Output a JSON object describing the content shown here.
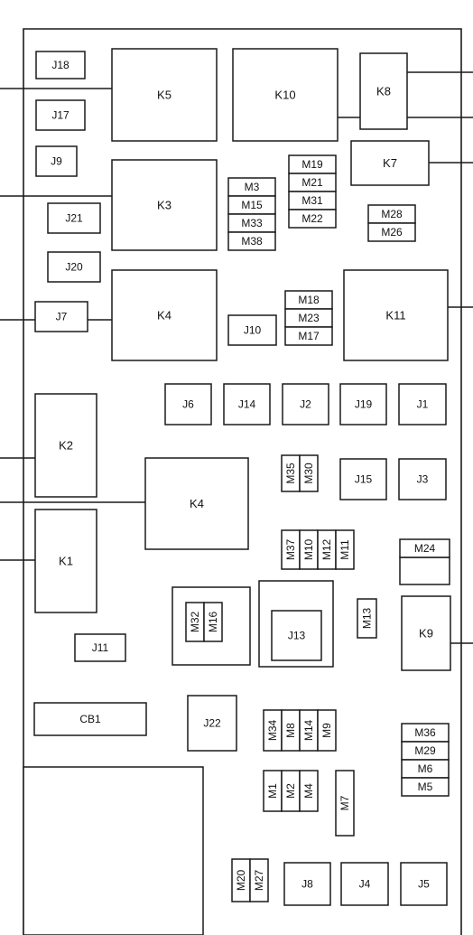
{
  "colors": {
    "line": "#1a1a1a",
    "background": "#ffffff"
  },
  "relays": [
    {
      "id": "K5",
      "label": "K5"
    },
    {
      "id": "K10",
      "label": "K10"
    },
    {
      "id": "K8",
      "label": "K8"
    },
    {
      "id": "K7",
      "label": "K7"
    },
    {
      "id": "K3",
      "label": "K3"
    },
    {
      "id": "K4a",
      "label": "K4"
    },
    {
      "id": "K11",
      "label": "K11"
    },
    {
      "id": "K2",
      "label": "K2"
    },
    {
      "id": "K4b",
      "label": "K4"
    },
    {
      "id": "K1",
      "label": "K1"
    },
    {
      "id": "K9",
      "label": "K9"
    }
  ],
  "connectors": [
    {
      "id": "J18",
      "label": "J18"
    },
    {
      "id": "J17",
      "label": "J17"
    },
    {
      "id": "J9",
      "label": "J9"
    },
    {
      "id": "J21",
      "label": "J21"
    },
    {
      "id": "J20",
      "label": "J20"
    },
    {
      "id": "J7",
      "label": "J7"
    },
    {
      "id": "J10",
      "label": "J10"
    },
    {
      "id": "J6",
      "label": "J6"
    },
    {
      "id": "J14",
      "label": "J14"
    },
    {
      "id": "J2",
      "label": "J2"
    },
    {
      "id": "J19",
      "label": "J19"
    },
    {
      "id": "J1",
      "label": "J1"
    },
    {
      "id": "J15",
      "label": "J15"
    },
    {
      "id": "J3",
      "label": "J3"
    },
    {
      "id": "J13",
      "label": "J13"
    },
    {
      "id": "J11",
      "label": "J11"
    },
    {
      "id": "J22",
      "label": "J22"
    },
    {
      "id": "J8",
      "label": "J8"
    },
    {
      "id": "J4",
      "label": "J4"
    },
    {
      "id": "J5",
      "label": "J5"
    }
  ],
  "breakers": [
    {
      "id": "CB1",
      "label": "CB1"
    }
  ],
  "fuses": [
    {
      "id": "M3",
      "label": "M3"
    },
    {
      "id": "M15",
      "label": "M15"
    },
    {
      "id": "M33",
      "label": "M33"
    },
    {
      "id": "M38",
      "label": "M38"
    },
    {
      "id": "M19",
      "label": "M19"
    },
    {
      "id": "M21",
      "label": "M21"
    },
    {
      "id": "M31",
      "label": "M31"
    },
    {
      "id": "M22",
      "label": "M22"
    },
    {
      "id": "M28",
      "label": "M28"
    },
    {
      "id": "M26",
      "label": "M26"
    },
    {
      "id": "M18",
      "label": "M18"
    },
    {
      "id": "M23",
      "label": "M23"
    },
    {
      "id": "M17",
      "label": "M17"
    },
    {
      "id": "M35",
      "label": "M35"
    },
    {
      "id": "M30",
      "label": "M30"
    },
    {
      "id": "M37",
      "label": "M37"
    },
    {
      "id": "M10",
      "label": "M10"
    },
    {
      "id": "M12",
      "label": "M12"
    },
    {
      "id": "M11",
      "label": "M11"
    },
    {
      "id": "M24",
      "label": "M24"
    },
    {
      "id": "M32",
      "label": "M32"
    },
    {
      "id": "M16",
      "label": "M16"
    },
    {
      "id": "M13",
      "label": "M13"
    },
    {
      "id": "M34",
      "label": "M34"
    },
    {
      "id": "M8",
      "label": "M8"
    },
    {
      "id": "M14",
      "label": "M14"
    },
    {
      "id": "M9",
      "label": "M9"
    },
    {
      "id": "M1",
      "label": "M1"
    },
    {
      "id": "M2",
      "label": "M2"
    },
    {
      "id": "M4",
      "label": "M4"
    },
    {
      "id": "M7",
      "label": "M7"
    },
    {
      "id": "M36",
      "label": "M36"
    },
    {
      "id": "M29",
      "label": "M29"
    },
    {
      "id": "M6",
      "label": "M6"
    },
    {
      "id": "M5",
      "label": "M5"
    },
    {
      "id": "M20",
      "label": "M20"
    },
    {
      "id": "M27",
      "label": "M27"
    }
  ]
}
